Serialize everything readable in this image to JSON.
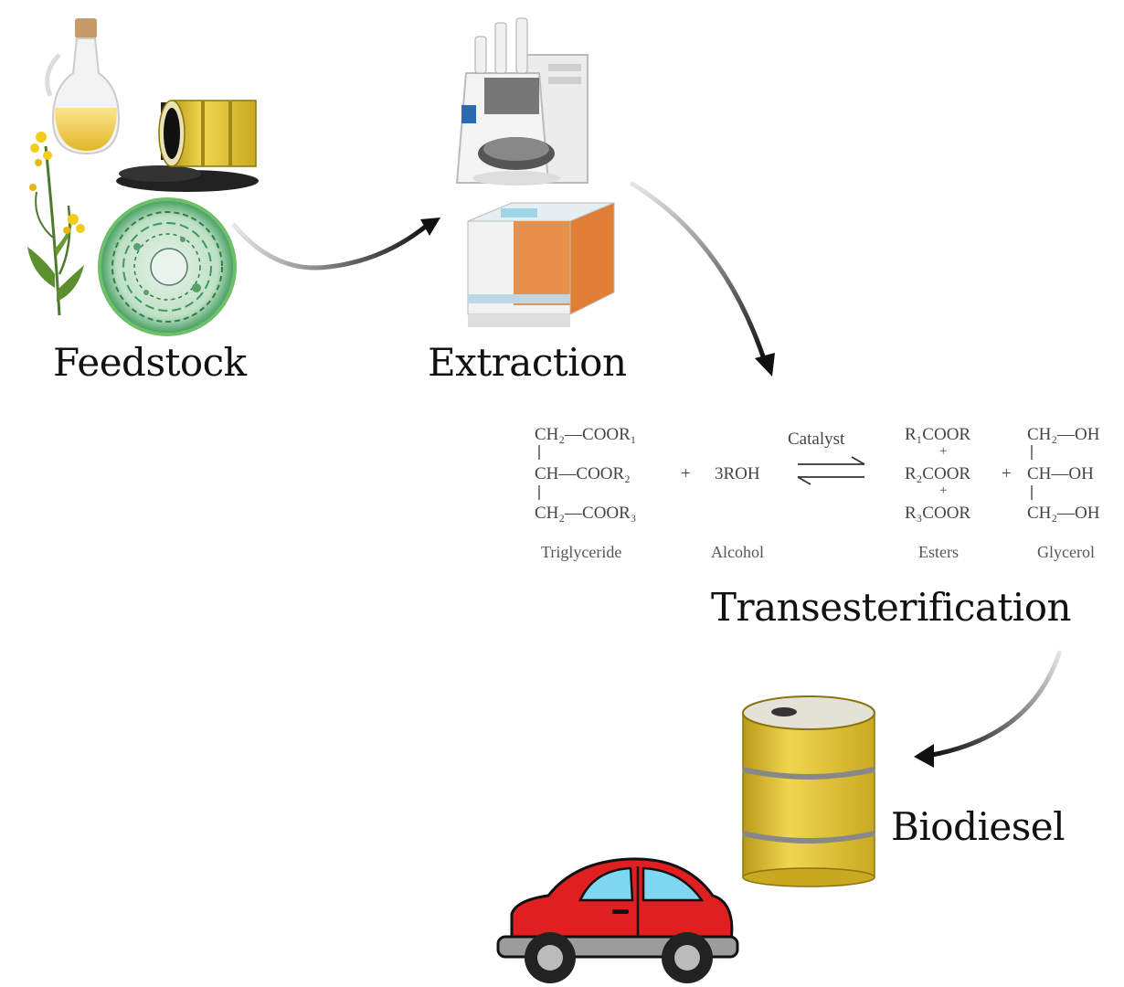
{
  "labels": {
    "feedstock": "Feedstock",
    "extraction": "Extraction",
    "transesterification": "Transesterification",
    "biodiesel": "Biodiesel"
  },
  "reaction": {
    "triglyceride_lines": [
      "CH₂—COOR₁",
      "CH—COOR₂",
      "CH₂—COOR₃"
    ],
    "plus": "+",
    "alcohol_formula": "3ROH",
    "catalyst": "Catalyst",
    "esters_lines": [
      "R₁COOR",
      "R₂COOR",
      "R₃COOR"
    ],
    "glycerol_lines": [
      "CH₂—OH",
      "CH—OH",
      "CH₂—OH"
    ],
    "names": {
      "triglyceride": "Triglyceride",
      "alcohol": "Alcohol",
      "esters": "Esters",
      "glycerol": "Glycerol"
    }
  },
  "colors": {
    "oil_yellow": "#e8c23a",
    "barrel_yellow": "#dcc02e",
    "algae_green": "#3d9a5a",
    "car_red": "#e02020",
    "instrument_orange": "#e8914a",
    "arrow": "#111111"
  }
}
